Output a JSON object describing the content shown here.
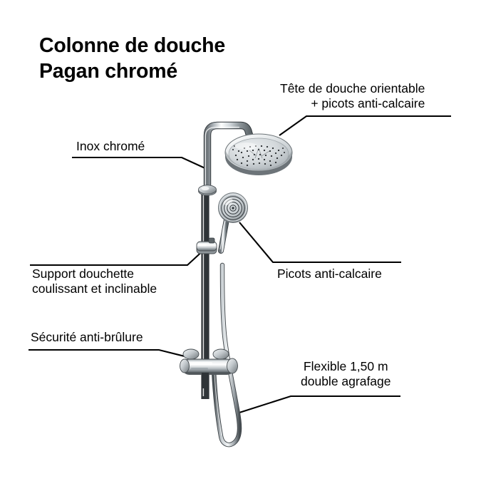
{
  "document": {
    "language": "fr",
    "type": "product-annotation-diagram",
    "background_color": "#ffffff",
    "text_color": "#000000"
  },
  "title": {
    "line1": "Colonne de douche",
    "line2": "Pagan chromé",
    "full": "Colonne de douche Pagan chromé"
  },
  "callouts": {
    "tete": {
      "line1": "Tête de douche orientable",
      "line2": "+ picots anti-calcaire",
      "align": "right"
    },
    "inox": {
      "line1": "Inox chromé",
      "align": "left"
    },
    "support": {
      "line1": "Support douchette",
      "line2": "coulissant et inclinable",
      "align": "left"
    },
    "securite": {
      "line1": "Sécurité anti-brûlure",
      "align": "left"
    },
    "picots": {
      "line1": "Picots anti-calcaire",
      "align": "left"
    },
    "flexible": {
      "line1": "Flexible 1,50 m",
      "line2": "double agrafage",
      "align": "center"
    }
  },
  "product": {
    "name": "Pagan",
    "finish": "chromé",
    "hose_length": "1,50 m",
    "colors": {
      "chrome_light": "#f2f4f5",
      "chrome_mid": "#b9bfc3",
      "chrome_dark": "#5d6469",
      "chrome_shadow": "#3d4246",
      "nozzle": "#2b2f32",
      "outline": "#000000"
    },
    "parts": [
      "rain-shower-head",
      "shower-arm",
      "riser-rail",
      "wall-bracket",
      "hand-shower",
      "sliding-holder",
      "thermostatic-mixer",
      "flexible-hose"
    ]
  }
}
